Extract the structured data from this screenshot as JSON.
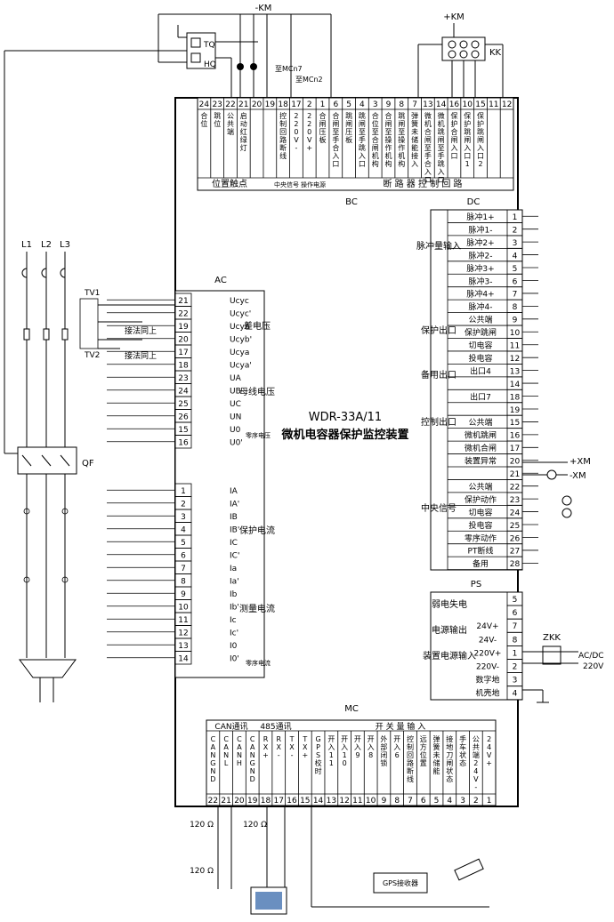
{
  "power": {
    "minus_km": "-KM",
    "plus_km": "+KM",
    "kk": "KK",
    "tq": "TQ",
    "hq": "HQ"
  },
  "device": {
    "model": "WDR-33A/11",
    "name": "微机电容器保护监控装置"
  },
  "bc": {
    "title": "BC",
    "terminals": [
      "24",
      "23",
      "22",
      "21",
      "20",
      "19",
      "18",
      "17",
      "2",
      "1",
      "6",
      "5",
      "4",
      "3",
      "9",
      "8",
      "7",
      "13",
      "14",
      "16",
      "10",
      "15",
      "11",
      "12"
    ],
    "labels": {
      "hewei": "合位",
      "tiaowei": "跳位",
      "gonggong": "公共端",
      "qidong": "启动红绿灯",
      "kongzhi": "控制回路断线",
      "ac220m": "220V-",
      "ac220p": "220V+",
      "hezha": "合闸压板",
      "hezha_shou": "合闸至手合入口",
      "tiaozha": "跳闸压板",
      "tiaozha_shou": "跳闸至手跳入口",
      "hewei_jigou": "合位至合闸机构",
      "hezha_jigou": "合闸至操作机构",
      "tiaozha_jigou": "跳闸至操作机构",
      "tanhuang": "弹簧未储能接入",
      "weiji_hezha": "微机合闸至手合入口",
      "weiji_tiaozha": "微机跳闸至手跳入口",
      "baohu_he": "保护合闸入口",
      "baohu_tiao1": "保护跳闸入口1",
      "baohu_tiao2": "保护跳闸入口2"
    },
    "groups": {
      "weizhi": "位置触点",
      "zhongyang": "中央信号",
      "caozuo": "操作电源",
      "duanluqi": "断 路 器 控 制 回 路"
    },
    "to_mcn7": "至MCn7",
    "to_mcn2": "至MCn2"
  },
  "ac": {
    "title": "AC",
    "rows": [
      {
        "num": "21",
        "label": "Ucyc"
      },
      {
        "num": "22",
        "label": "Ucyc'"
      },
      {
        "num": "19",
        "label": "Ucyb"
      },
      {
        "num": "20",
        "label": "Ucyb'"
      },
      {
        "num": "17",
        "label": "Ucya"
      },
      {
        "num": "18",
        "label": "Ucya'"
      },
      {
        "num": "23",
        "label": "UA"
      },
      {
        "num": "24",
        "label": "UB"
      },
      {
        "num": "25",
        "label": "UC"
      },
      {
        "num": "26",
        "label": "UN"
      },
      {
        "num": "15",
        "label": "U0"
      },
      {
        "num": "16",
        "label": "U0'"
      },
      {
        "num": "1",
        "label": "IA"
      },
      {
        "num": "2",
        "label": "IA'"
      },
      {
        "num": "3",
        "label": "IB"
      },
      {
        "num": "4",
        "label": "IB'"
      },
      {
        "num": "5",
        "label": "IC"
      },
      {
        "num": "6",
        "label": "IC'"
      },
      {
        "num": "7",
        "label": "Ia"
      },
      {
        "num": "8",
        "label": "Ia'"
      },
      {
        "num": "9",
        "label": "Ib"
      },
      {
        "num": "10",
        "label": "Ib'"
      },
      {
        "num": "11",
        "label": "Ic"
      },
      {
        "num": "12",
        "label": "Ic'"
      },
      {
        "num": "13",
        "label": "I0"
      },
      {
        "num": "14",
        "label": "I0'"
      }
    ],
    "groups": {
      "cha": "差电压",
      "muxian": "母线电压",
      "lingxu_u": "零序电压",
      "baohu": "保护电流",
      "celiang": "测量电流",
      "lingxu_i": "零序电流"
    }
  },
  "dc": {
    "title": "DC",
    "rows": [
      {
        "num": "1",
        "label": "脉冲1+"
      },
      {
        "num": "2",
        "label": "脉冲1-"
      },
      {
        "num": "3",
        "label": "脉冲2+"
      },
      {
        "num": "4",
        "label": "脉冲2-"
      },
      {
        "num": "5",
        "label": "脉冲3+"
      },
      {
        "num": "6",
        "label": "脉冲3-"
      },
      {
        "num": "7",
        "label": "脉冲4+"
      },
      {
        "num": "8",
        "label": "脉冲4-"
      },
      {
        "num": "9",
        "label": "公共端"
      },
      {
        "num": "10",
        "label": "保护跳闸"
      },
      {
        "num": "11",
        "label": "切电容"
      },
      {
        "num": "12",
        "label": "投电容"
      },
      {
        "num": "13",
        "label": "出口4"
      },
      {
        "num": "14",
        "label": ""
      },
      {
        "num": "18",
        "label": "出口7"
      },
      {
        "num": "19",
        "label": ""
      },
      {
        "num": "15",
        "label": "公共端"
      },
      {
        "num": "16",
        "label": "微机跳闸"
      },
      {
        "num": "17",
        "label": "微机合闸"
      },
      {
        "num": "20",
        "label": "装置异常"
      },
      {
        "num": "21",
        "label": ""
      },
      {
        "num": "22",
        "label": "公共端"
      },
      {
        "num": "23",
        "label": "保护动作"
      },
      {
        "num": "24",
        "label": "切电容"
      },
      {
        "num": "25",
        "label": "投电容"
      },
      {
        "num": "26",
        "label": "零序动作"
      },
      {
        "num": "27",
        "label": "PT断线"
      },
      {
        "num": "28",
        "label": "备用"
      }
    ],
    "groups": {
      "maichong": "脉冲量输入",
      "baohu": "保护出口",
      "beiyong": "备用出口",
      "kongzhi": "控制出口",
      "zhongyang": "中央信号"
    },
    "xm_plus": "+XM",
    "xm_minus": "-XM"
  },
  "ps": {
    "title": "PS",
    "rows": [
      {
        "num": "5",
        "label": ""
      },
      {
        "num": "6",
        "label": ""
      },
      {
        "num": "7",
        "label": "24V+"
      },
      {
        "num": "8",
        "label": "24V-"
      },
      {
        "num": "1",
        "label": "220V+"
      },
      {
        "num": "2",
        "label": "220V-"
      },
      {
        "num": "3",
        "label": "数字地"
      },
      {
        "num": "4",
        "label": "机壳地"
      }
    ],
    "groups": {
      "ruodian": "弱电失电",
      "dianyuan": "电源输出",
      "zhuangzhi": "装置电源输入"
    },
    "zkk": "ZKK",
    "acdc": "AC/DC",
    "v220": "220V"
  },
  "mc": {
    "title": "MC",
    "terminals": [
      "22",
      "21",
      "20",
      "19",
      "18",
      "17",
      "16",
      "15",
      "14",
      "13",
      "12",
      "11",
      "10",
      "9",
      "8",
      "7",
      "6",
      "5",
      "4",
      "3",
      "2",
      "1"
    ],
    "labels": [
      "CANGND",
      "CANL",
      "CANH",
      "CANGND",
      "RX+",
      "RX-",
      "TX-",
      "TX+",
      "GPS校时",
      "开入11",
      "开入10",
      "开入9",
      "开入8",
      "外部闭锁",
      "开入6",
      "控制回路断线",
      "远方位置",
      "弹簧未储能",
      "接地刀闸状态",
      "手车状态",
      "公共端24V-",
      "24V+"
    ],
    "groups": {
      "can": "CAN通讯",
      "rs485": "485通讯",
      "kaiguan": "开 关 量 输 入"
    }
  },
  "field": {
    "l1": "L1",
    "l2": "L2",
    "l3": "L3",
    "tv1": "TV1",
    "tv2": "TV2",
    "qf": "QF",
    "jiefa1": "接法同上",
    "jiefa2": "接法同上",
    "r120": "120 Ω",
    "gps": "GPS接收器"
  }
}
